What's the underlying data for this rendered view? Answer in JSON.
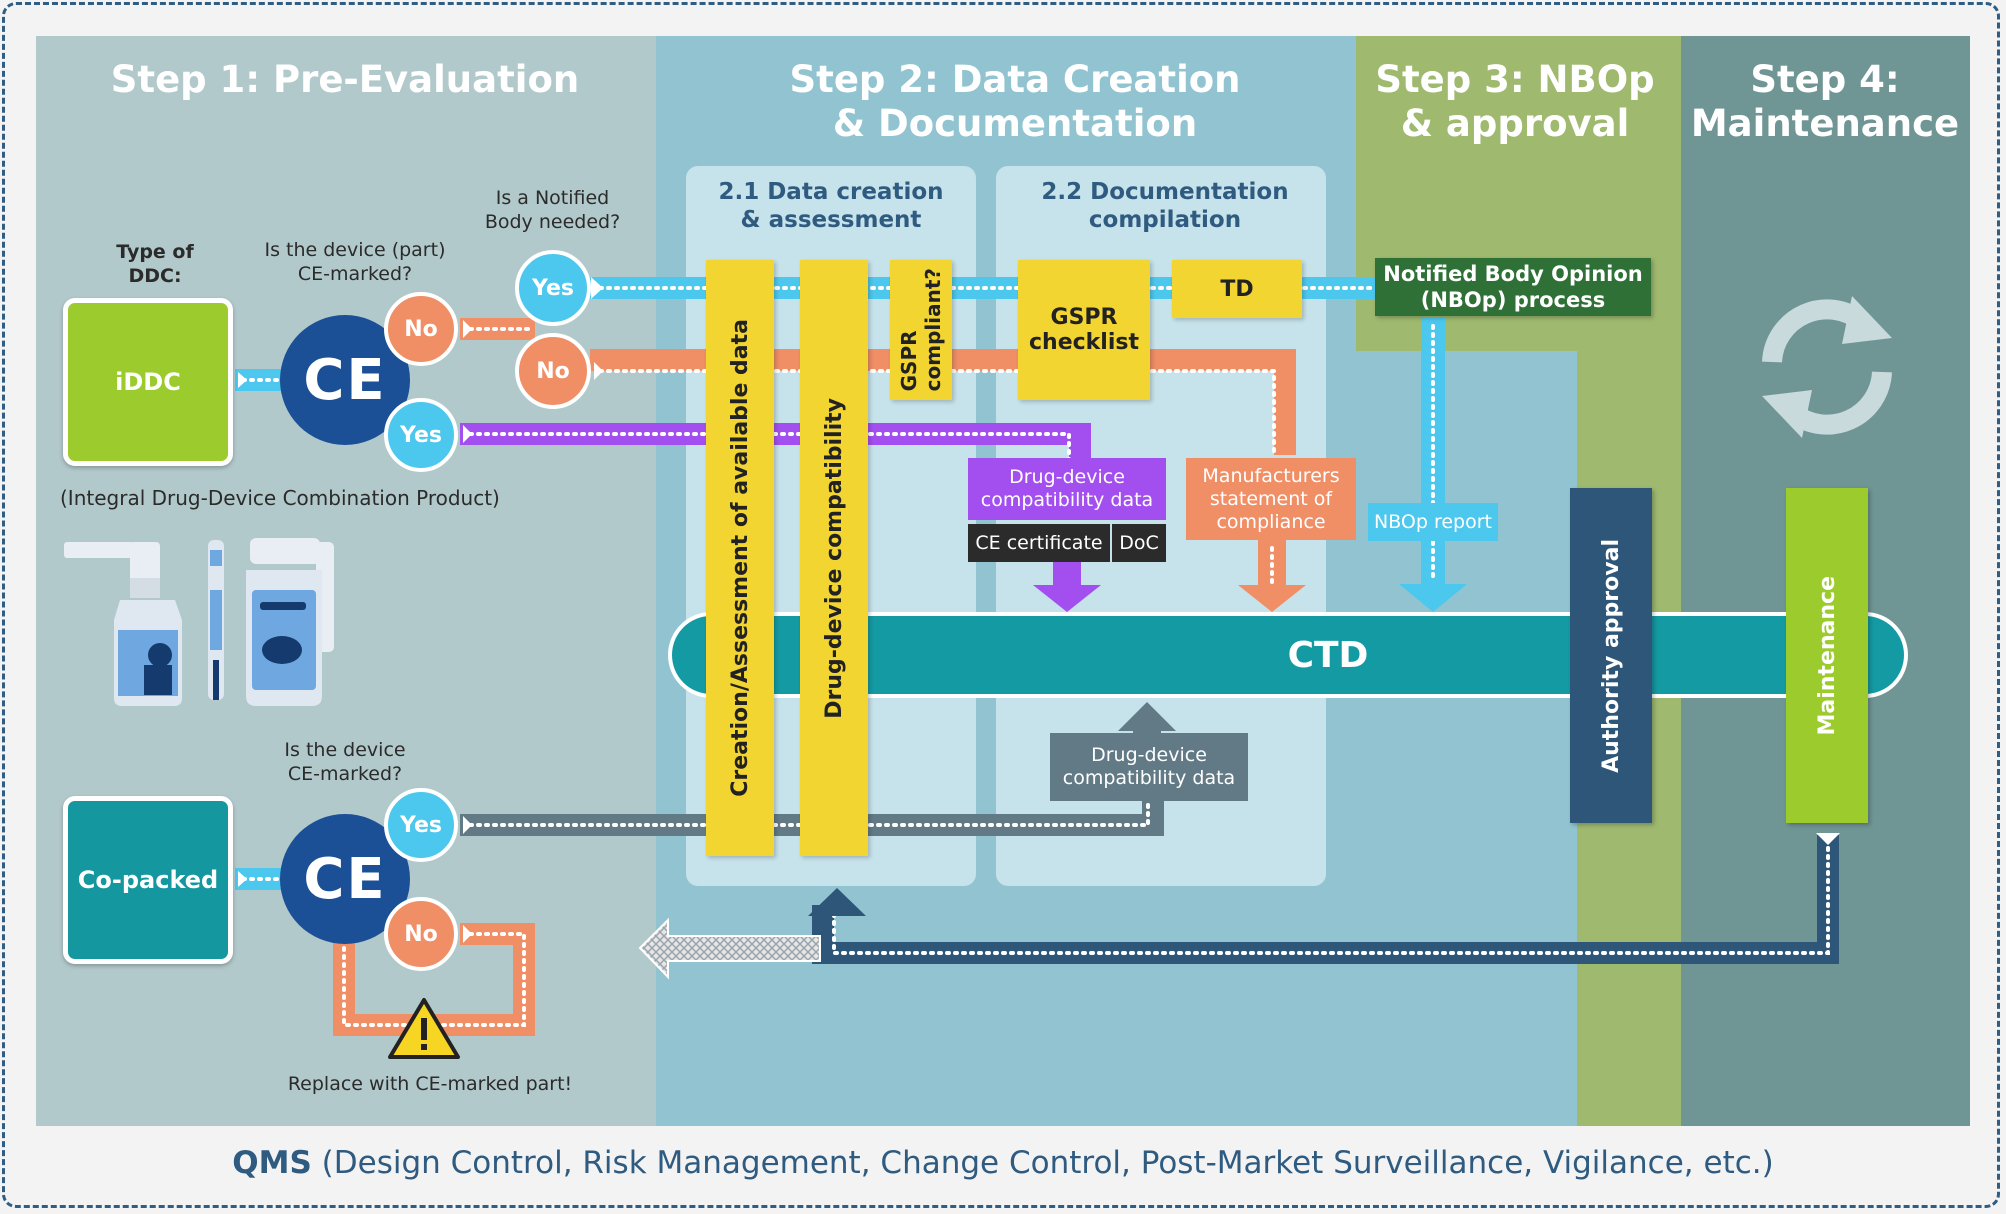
{
  "steps": {
    "step1": "Step 1: Pre-Evaluation",
    "step2_line1": "Step 2: Data Creation",
    "step2_line2": "& Documentation",
    "step3_line1": "Step 3: NBOp",
    "step3_line2": "& approval",
    "step4_line1": "Step 4:",
    "step4_line2": "Maintenance"
  },
  "substeps": {
    "s21_line1": "2.1 Data creation",
    "s21_line2": "& assessment",
    "s22_line1": "2.2 Documentation",
    "s22_line2": "compilation"
  },
  "pre_eval": {
    "type_of_line1": "Type of",
    "type_of_line2": "DDC:",
    "q_ce_line1": "Is the device (part)",
    "q_ce_line2": "CE-marked?",
    "q_nb_line1": "Is a Notified",
    "q_nb_line2": "Body needed?",
    "iddc": "iDDC",
    "iddc_full": "(Integral Drug-Device Combination Product)",
    "q_ce2_line1": "Is the device",
    "q_ce2_line2": "CE-marked?",
    "copacked": "Co-packed",
    "replace": "Replace with CE-marked part!",
    "ce_mark": "CE",
    "yes": "Yes",
    "no": "No"
  },
  "bars": {
    "creation": "Creation/Assessment of available data",
    "compat": "Drug-device compatibility",
    "gspr_compliant_line1": "GSPR",
    "gspr_compliant_line2": "compliant?",
    "authority": "Authority approval",
    "maintenance": "Maintenance"
  },
  "boxes": {
    "gspr_checklist_line1": "GSPR",
    "gspr_checklist_line2": "checklist",
    "td": "TD",
    "nbop_line1": "Notified Body Opinion",
    "nbop_line2": "(NBOp) process",
    "ddcd_line1": "Drug-device",
    "ddcd_line2": "compatibility data",
    "ce_certificate": "CE certificate",
    "doc": "DoC",
    "msc_line1": "Manufacturers",
    "msc_line2": "statement of",
    "msc_line3": "compliance",
    "nbop_report": "NBOp report",
    "ctd": "CTD",
    "ddcd2_line1": "Drug-device",
    "ddcd2_line2": "compatibility data"
  },
  "qms": {
    "label": "QMS",
    "detail": " (Design Control, Risk Management, Change Control, Post-Market Surveillance, Vigilance, etc.)"
  },
  "colors": {
    "step1_bg": "#b2c9cb",
    "step2_bg": "#91c4d0",
    "step3_bg": "#9fb96f",
    "step4_bg": "#6f9595",
    "yellow": "#f3d531",
    "green_box": "#9ccb2d",
    "teal_box": "#14979f",
    "ctd_teal": "#149aa3",
    "cyan_arrow": "#4cc7ee",
    "orange": "#f08e66",
    "purple": "#a34ff0",
    "slate": "#617a86",
    "navy": "#2d5678",
    "nbop_green": "#2e7036"
  }
}
